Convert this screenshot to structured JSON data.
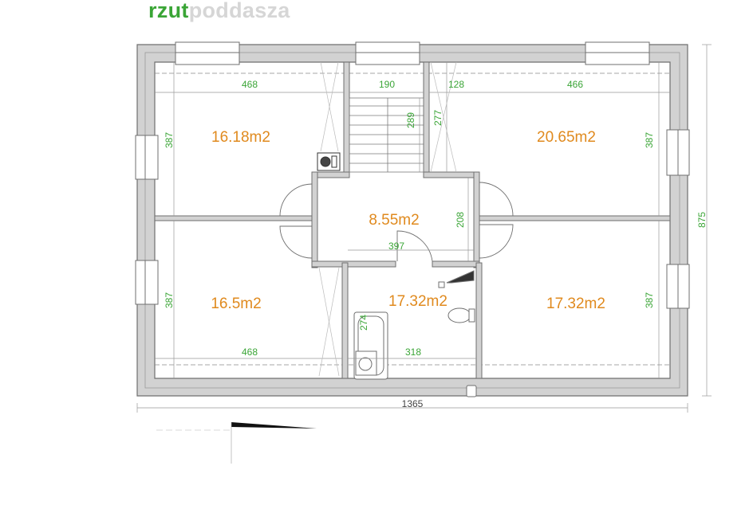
{
  "title": {
    "part1": "rzut",
    "part2": "poddasza"
  },
  "colors": {
    "area_text": "#e08a1e",
    "dimension_text": "#3aa536",
    "wall_fill": "#d2d2d2",
    "wall_stroke": "#6f6f6f"
  },
  "rooms": [
    {
      "id": "room-top-left",
      "area": "16.18m2"
    },
    {
      "id": "room-top-right",
      "area": "20.65m2"
    },
    {
      "id": "room-hall",
      "area": "8.55m2"
    },
    {
      "id": "room-bottom-left",
      "area": "16.5m2"
    },
    {
      "id": "room-bathroom",
      "area": "17.32m2"
    },
    {
      "id": "room-bottom-right",
      "area": "17.32m2"
    }
  ],
  "dimensions": {
    "top_left_width": "468",
    "stair_width": "190",
    "top_middle_width": "128",
    "top_right_width": "466",
    "stair_length": "289",
    "stair_side": "277",
    "left_upper_height": "387",
    "right_upper_height": "387",
    "left_lower_height": "387",
    "right_lower_height": "387",
    "hall_height": "208",
    "hall_width": "397",
    "bottom_left_width": "468",
    "bathroom_width": "318",
    "bathtub_length": "274",
    "overall_height": "875",
    "overall_width": "1365"
  }
}
